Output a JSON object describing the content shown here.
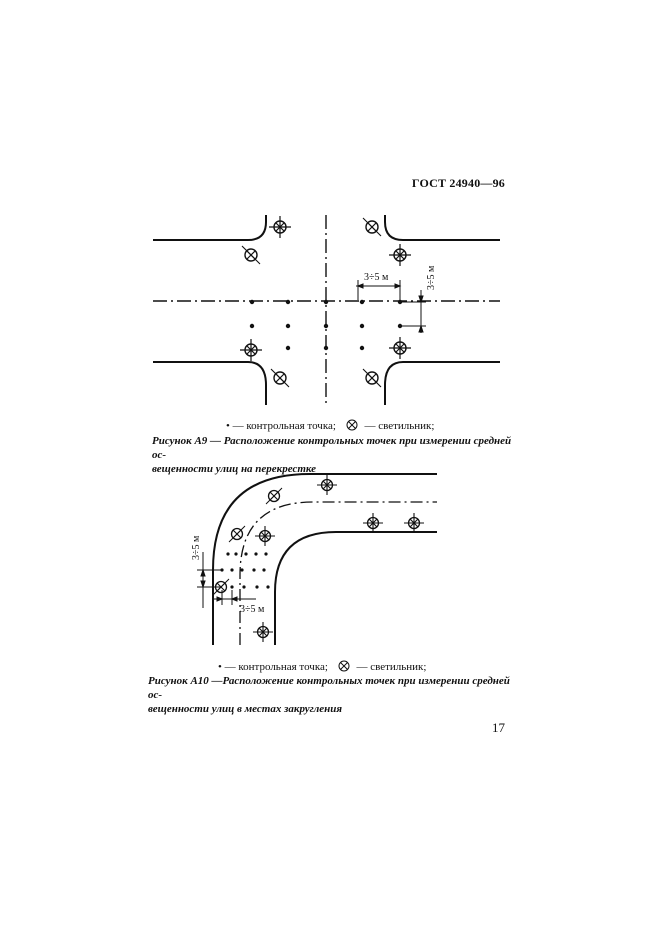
{
  "document": {
    "header": "ГОСТ 24940—96",
    "page_number": "17"
  },
  "figure_a9": {
    "dim_horizontal": "3÷5 м",
    "dim_vertical": "3÷5 м",
    "legend_point": "• — контрольная точка;",
    "legend_lamp": "— светильник;",
    "caption_label": "Рисунок А9 —",
    "caption_line1": " Расположение контрольных точек при измерении средней ос-",
    "caption_line2": "вещенности улиц на перекрестке"
  },
  "figure_a10": {
    "dim_horizontal": "3÷5 м",
    "dim_vertical": "3÷5 м",
    "legend_point": "• — контрольная точка;",
    "legend_lamp": "— светильник;",
    "caption_label": "Рисунок А10 —",
    "caption_line1": "Расположение контрольных точек при измерении средней ос-",
    "caption_line2": "вещенности улиц в местах закругления"
  },
  "icons": {
    "lamp": "lamp-icon",
    "control_point": "control-point-icon"
  }
}
